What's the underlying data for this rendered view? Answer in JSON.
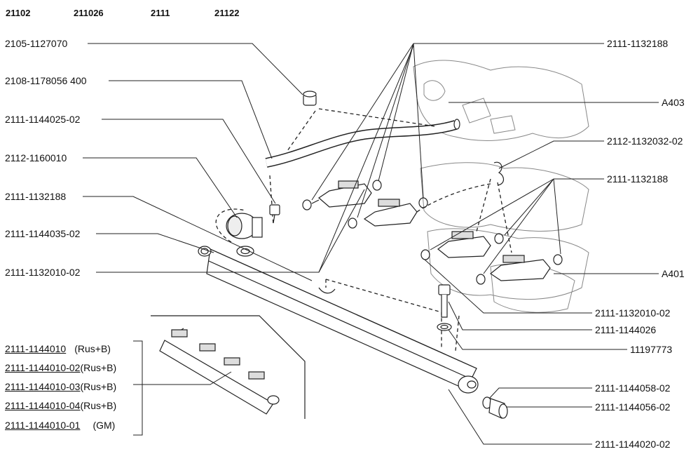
{
  "models": [
    "21102",
    "211026",
    "2111",
    "21122"
  ],
  "left_labels": [
    "2105-1127070",
    "2108-1178056 400",
    "2111-1144025-02",
    "2112-1160010",
    "2111-1132188",
    "2111-1144035-02",
    "2111-1132010-02"
  ],
  "right_labels": [
    "2111-1132188",
    "A403",
    "2112-1132032-02",
    "2111-1132188",
    "A401",
    "2111-1132010-02",
    "2111-1144026",
    "11197773",
    "2111-1144058-02",
    "2111-1144056-02",
    "2111-1144020-02"
  ],
  "kit_list": [
    {
      "part": "2111-1144010",
      "note": "(Rus+B)"
    },
    {
      "part": "2111-1144010-02",
      "note": "(Rus+B)"
    },
    {
      "part": "2111-1144010-03",
      "note": "(Rus+B)"
    },
    {
      "part": "2111-1144010-04",
      "note": "(Rus+B)"
    },
    {
      "part": "2111-1144010-01",
      "note": "(GM)"
    }
  ]
}
